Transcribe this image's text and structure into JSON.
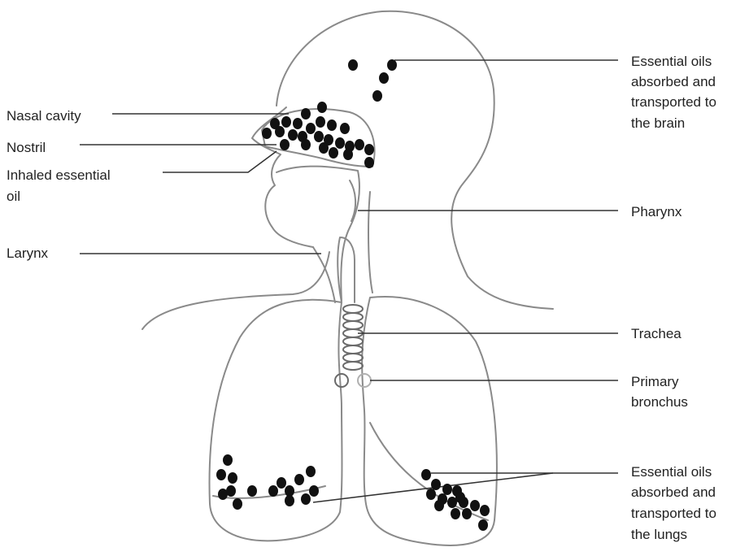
{
  "diagram": {
    "labels": {
      "nasal_cavity": "Nasal cavity",
      "nostril": "Nostril",
      "inhaled_oil_line1": "Inhaled essential",
      "inhaled_oil_line2": "oil",
      "larynx": "Larynx",
      "brain_line1": "Essential oils",
      "brain_line2": "absorbed and",
      "brain_line3": "transported to",
      "brain_line4": "the brain",
      "pharynx": "Pharynx",
      "trachea": "Trachea",
      "bronchus_line1": "Primary",
      "bronchus_line2": "bronchus",
      "lungs_line1": "Essential oils",
      "lungs_line2": "absorbed and",
      "lungs_line3": "transported to",
      "lungs_line4": "the lungs"
    },
    "colors": {
      "outline": "#8a8a8a",
      "leader_line": "#333333",
      "particle": "#111111",
      "text": "#222222"
    }
  }
}
